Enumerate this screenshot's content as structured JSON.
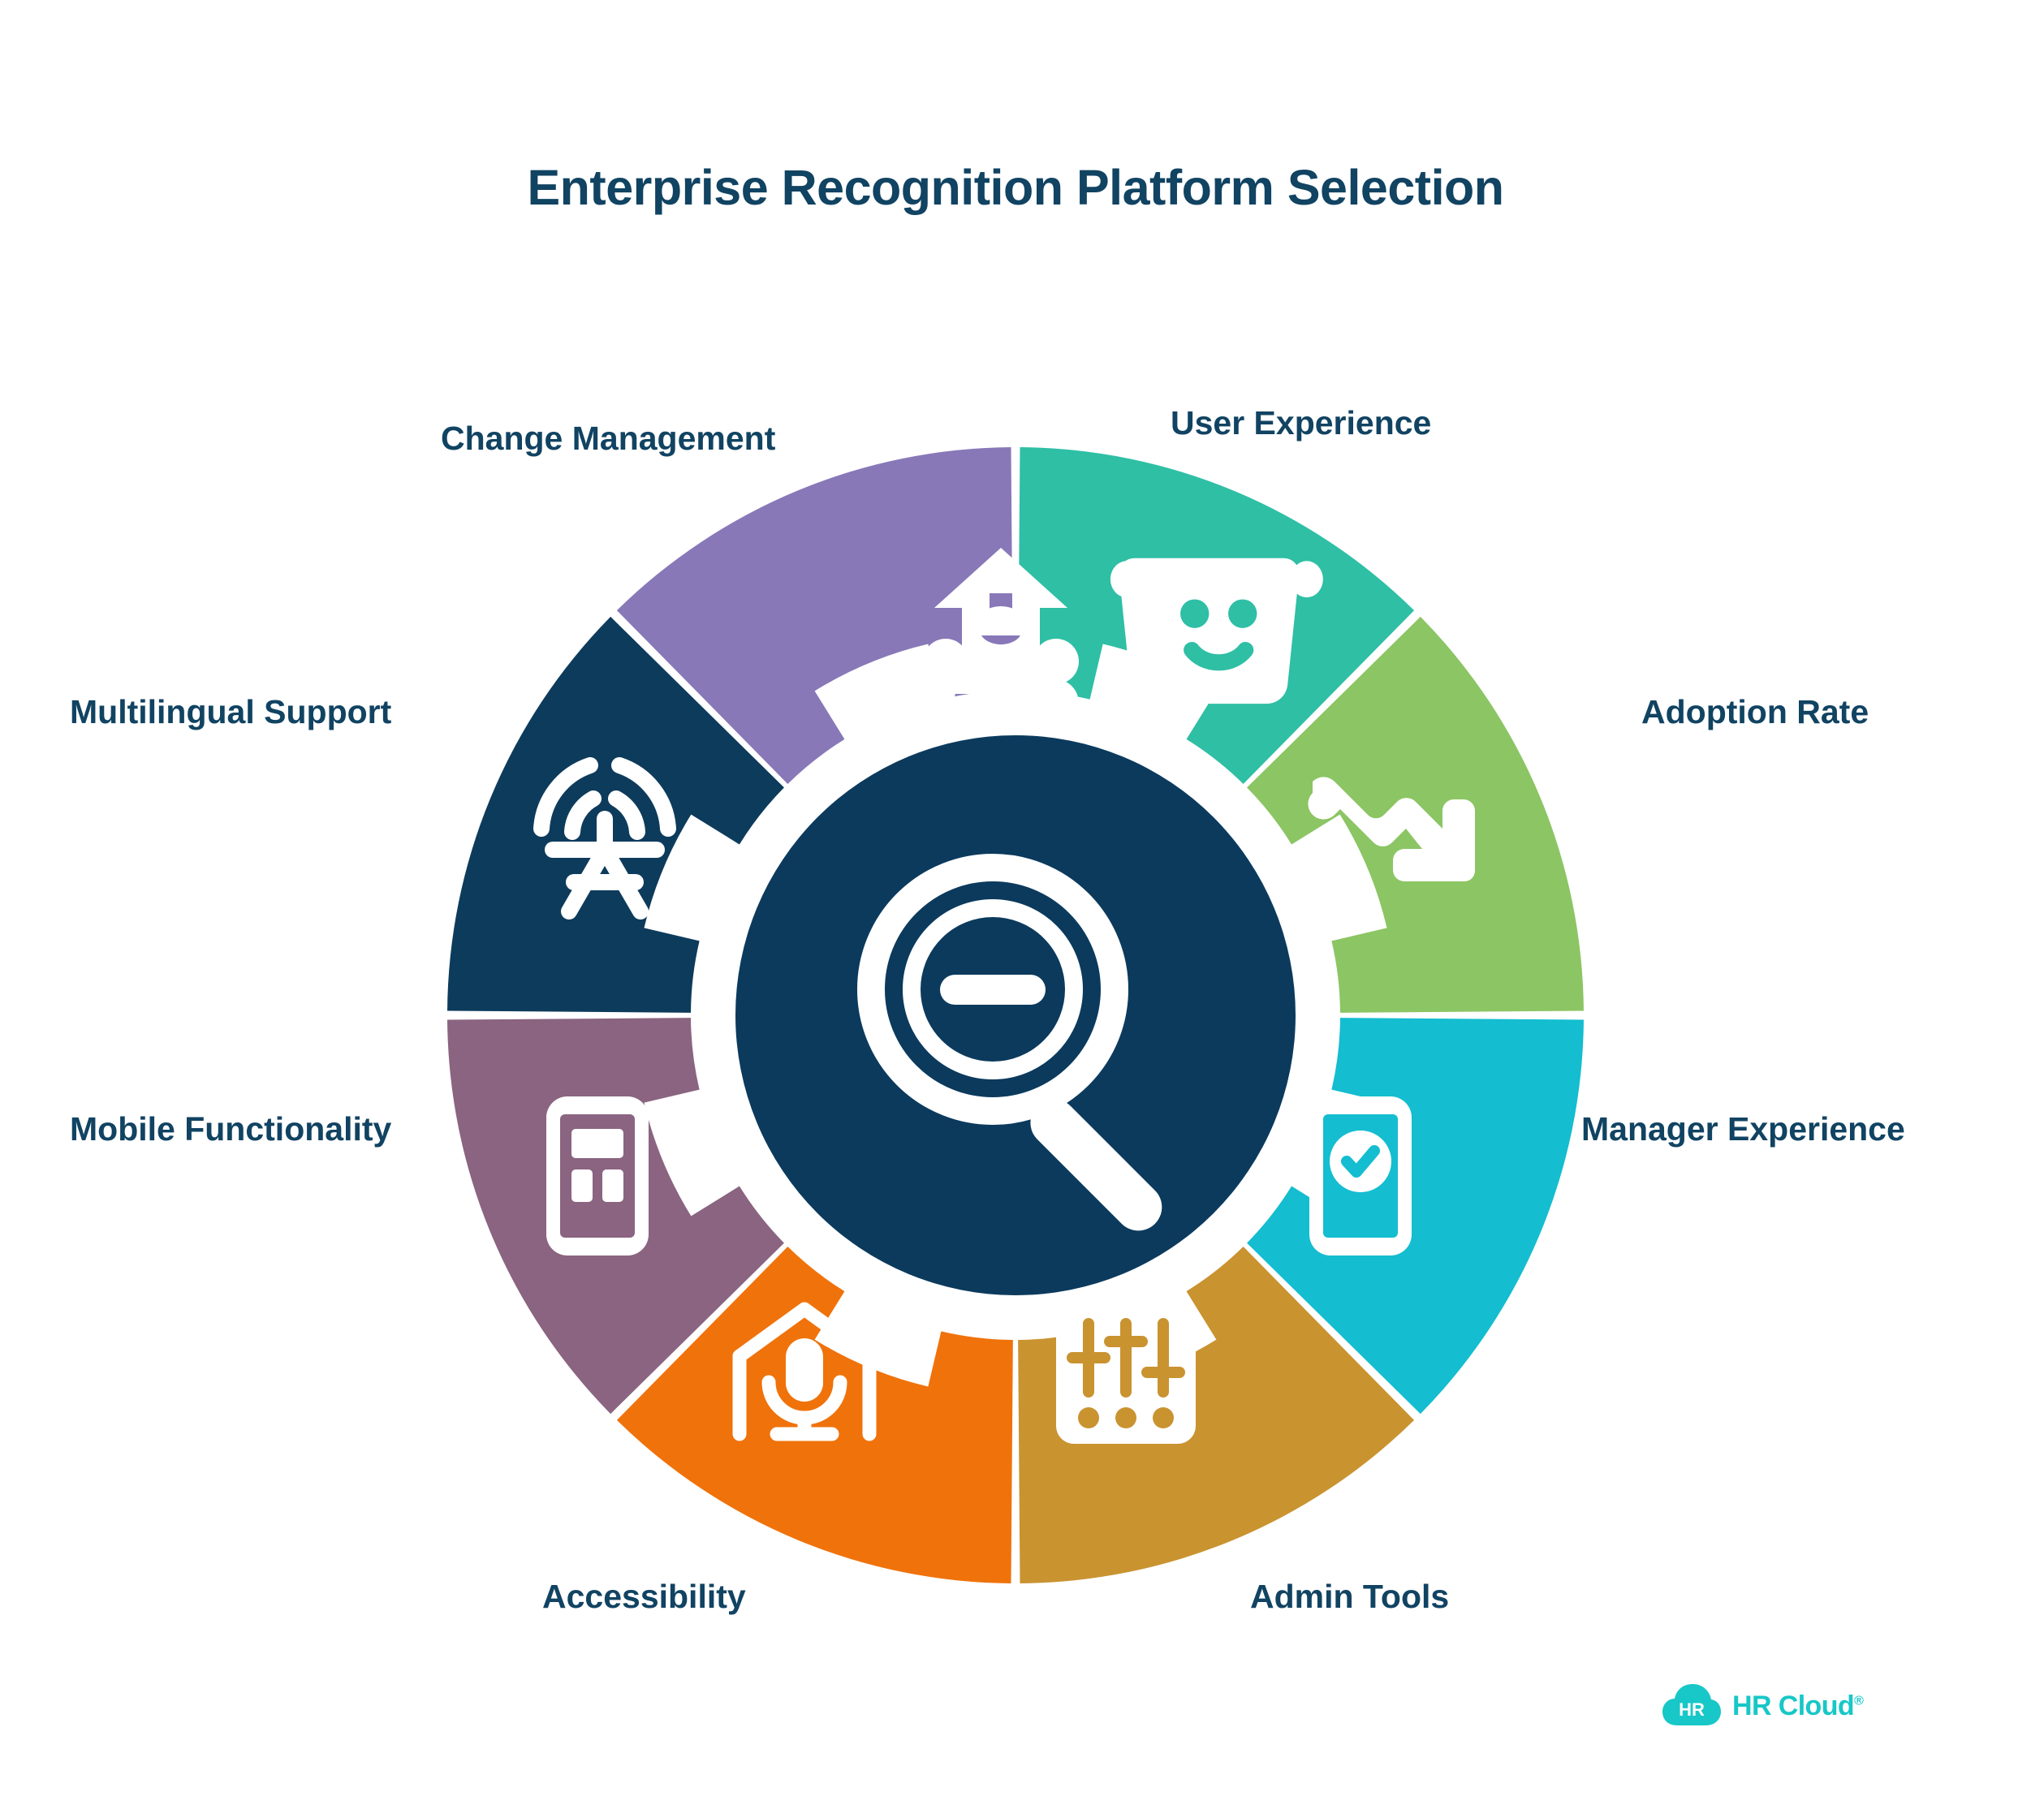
{
  "page": {
    "title": "Enterprise Recognition Platform Selection",
    "background": "#ffffff",
    "text_color": "#114362"
  },
  "center": {
    "icon": "magnifier-minus-icon",
    "fill": "#0B3A5D"
  },
  "chart_data": {
    "type": "pie",
    "title": "Enterprise Recognition Platform Selection",
    "categories": [
      "User Experience",
      "Adoption Rate",
      "Manager Experience",
      "Admin Tools",
      "Accessibility",
      "Mobile Functionality",
      "Multilingual Support",
      "Change Management"
    ],
    "values": [
      12.5,
      12.5,
      12.5,
      12.5,
      12.5,
      12.5,
      12.5,
      12.5
    ],
    "colors": [
      "#2EBFA5",
      "#8CC564",
      "#14BDD0",
      "#C99330",
      "#F0720B",
      "#8A6480",
      "#0D3B5C",
      "#8878B8"
    ],
    "legend": "around-segments",
    "xlabel": "",
    "ylabel": ""
  },
  "segments": [
    {
      "id": "user-experience",
      "label": "User Experience",
      "color": "#2EBFA5",
      "icon": "smiling-basket-icon",
      "start_angle": -90,
      "end_angle": -45
    },
    {
      "id": "adoption-rate",
      "label": "Adoption Rate",
      "color": "#8CC564",
      "icon": "trend-down-arrow-icon",
      "start_angle": -45,
      "end_angle": 0
    },
    {
      "id": "manager-experience",
      "label": "Manager Experience",
      "color": "#14BDD0",
      "icon": "phone-check-icon",
      "start_angle": 0,
      "end_angle": 45
    },
    {
      "id": "admin-tools",
      "label": "Admin Tools",
      "color": "#C99330",
      "icon": "sliders-icon",
      "start_angle": 45,
      "end_angle": 90
    },
    {
      "id": "accessibility",
      "label": "Accessibility",
      "color": "#F0720B",
      "icon": "microphone-home-icon",
      "start_angle": 90,
      "end_angle": 135
    },
    {
      "id": "mobile-functionality",
      "label": "Mobile Functionality",
      "color": "#8A6480",
      "icon": "mobile-app-icon",
      "start_angle": 135,
      "end_angle": 180
    },
    {
      "id": "multilingual-support",
      "label": "Multilingual Support",
      "color": "#0D3B5C",
      "icon": "language-broadcast-icon",
      "start_angle": 180,
      "end_angle": 225
    },
    {
      "id": "change-management",
      "label": "Change Management",
      "color": "#8878B8",
      "icon": "people-up-arrow-icon",
      "start_angle": 225,
      "end_angle": 270
    }
  ],
  "brand": {
    "mark_text": "HR",
    "name": "HR Cloud",
    "registered": "®",
    "color": "#18C7C7"
  }
}
